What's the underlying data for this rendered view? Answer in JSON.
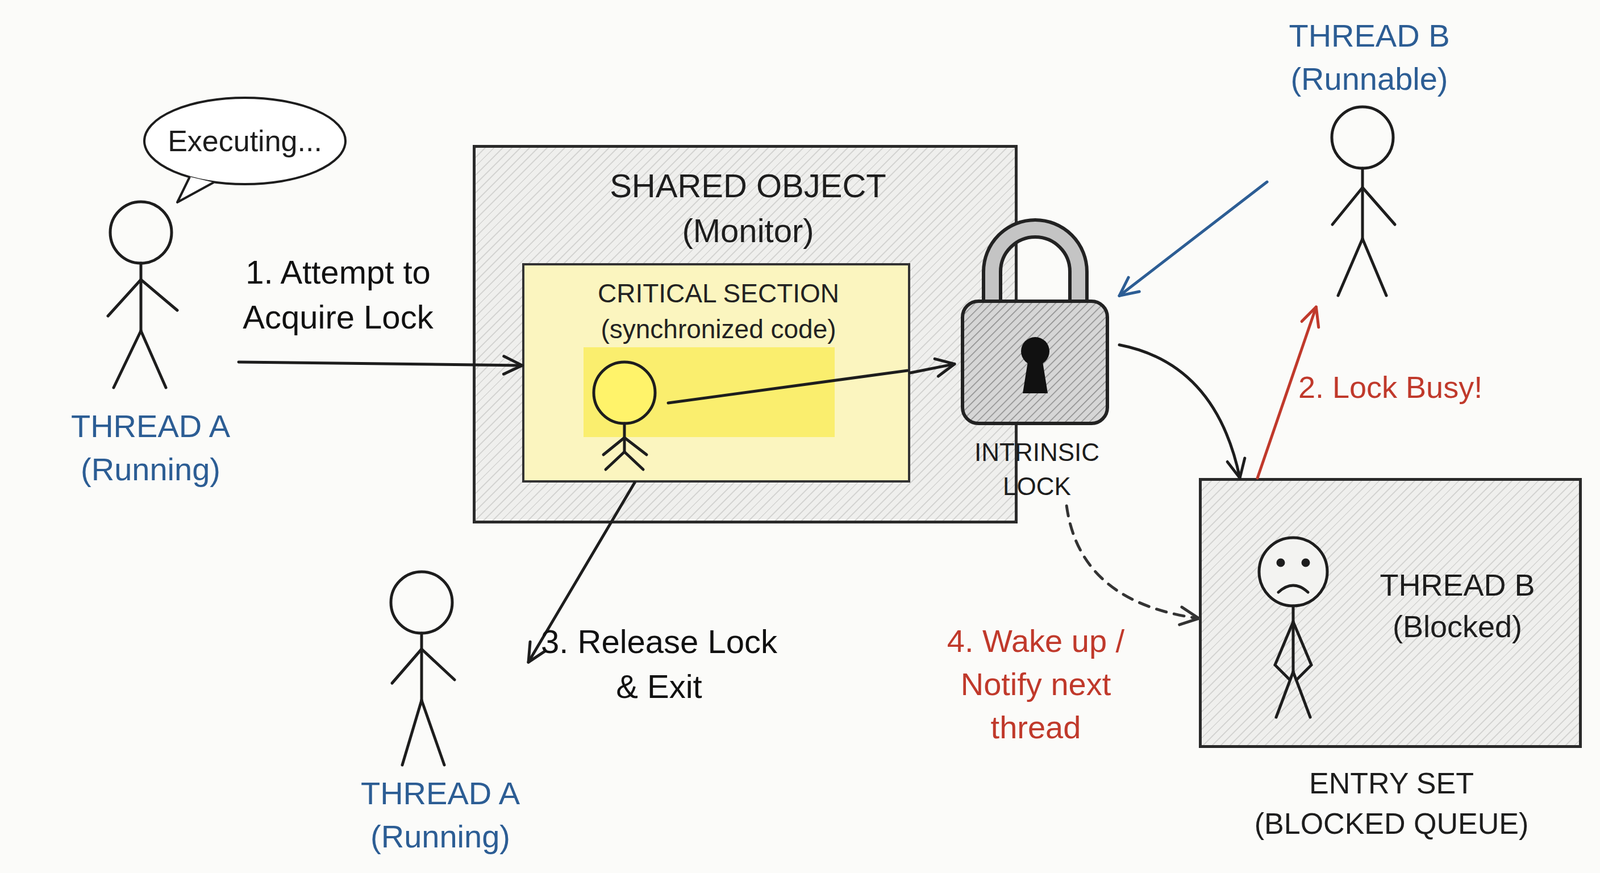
{
  "diagram": {
    "nodes": [
      {
        "text": [
          "SHARED OBJECT (Monitor)"
        ]
      },
      {
        "text": [
          "CRITICAL SECTION (synchronized code)"
        ],
        "in": 0
      },
      {
        "text": [
          "THREAD A (Running)"
        ]
      },
      {
        "text": [
          "Executing..."
        ]
      },
      {
        "text": [
          "INTRINSIC LOCK"
        ]
      },
      {
        "text": [
          "THREAD B (Runnable)"
        ]
      },
      {
        "text": [
          "ENTRY SET (BLOCKED QUEUE)"
        ]
      },
      {
        "text": [
          "THREAD B (Blocked)"
        ],
        "in": 6
      },
      {
        "text": [
          "THREAD A (Running)"
        ]
      }
    ],
    "edges": [
      {
        "from": 2,
        "to": 1,
        "arrow": "to",
        "label": "1. Attempt to Acquire Lock"
      },
      {
        "from": 1,
        "to": 4,
        "arrow": "to"
      },
      {
        "from": 5,
        "to": 4,
        "arrow": "to"
      },
      {
        "from": 4,
        "to": 6,
        "arrow": "to"
      },
      {
        "from": 6,
        "to": 5,
        "arrow": "to",
        "label": "2. Lock Busy!"
      },
      {
        "from": 1,
        "to": 8,
        "arrow": "to",
        "label": "3. Release Lock & Exit"
      },
      {
        "from": 4,
        "to": 6,
        "arrow": "to",
        "label": "4. Wake up / Notify next thread"
      }
    ]
  }
}
